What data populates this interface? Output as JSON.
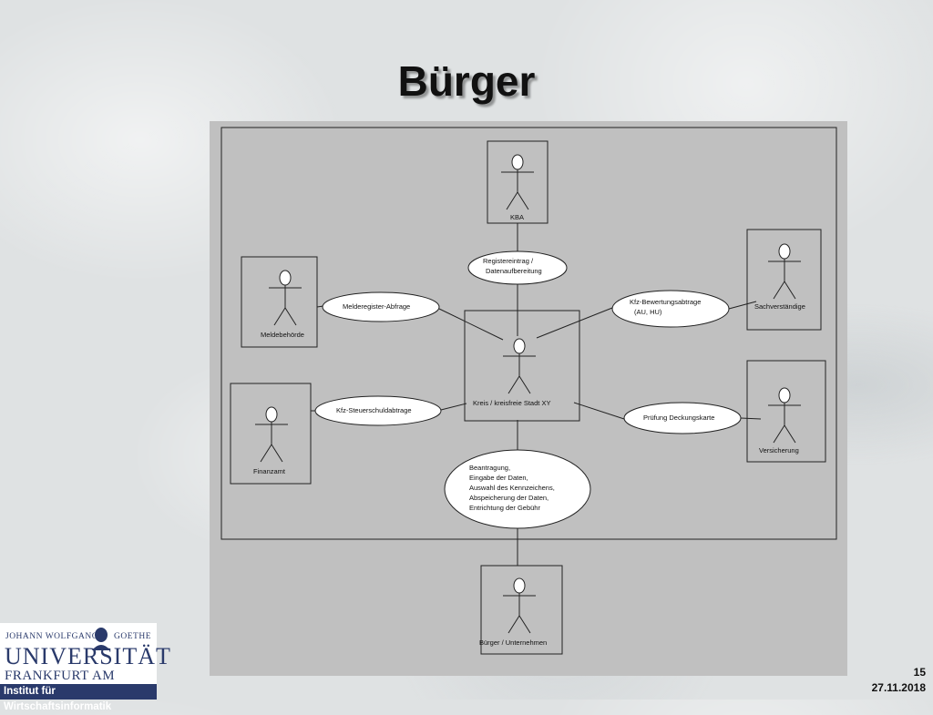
{
  "slide": {
    "title": "Bürger",
    "page_number": "15",
    "date": "27.11.2018"
  },
  "diagram": {
    "system_label": "Kreis / kreisfreie Stadt XY",
    "actors": {
      "kba": "KBA",
      "meldebehoerde": "Meldebehörde",
      "sachverstaendige": "Sachverständige",
      "finanzamt": "Finanzamt",
      "versicherung": "Versicherung",
      "buerger": "Bürger / Unternehmen"
    },
    "use_cases": {
      "registereintrag": [
        "Registereintrag /",
        "Datenaufbereitung"
      ],
      "melderegister": [
        "Melderegister-Abfrage"
      ],
      "kfz_bewertung": [
        "Kfz-Bewertungsabtrage",
        "(AU, HU)"
      ],
      "kfz_steuer": [
        "Kfz-Steuerschuldabtrage"
      ],
      "pruefung": [
        "Prüfung Deckungskarte"
      ],
      "beantragung": [
        "Beantragung,",
        "Eingabe der Daten,",
        "Auswahl des Kennzeichens,",
        "Abspeicherung der Daten,",
        "Entrichtung der Gebühr"
      ]
    }
  },
  "logo": {
    "line1a": "JOHANN WOLFGANG",
    "line1b": "GOETHE",
    "line2": "UNIVERSITÄT",
    "line3": "FRANKFURT AM MAIN",
    "line4": "Institut für Wirtschaftsinformatik"
  }
}
